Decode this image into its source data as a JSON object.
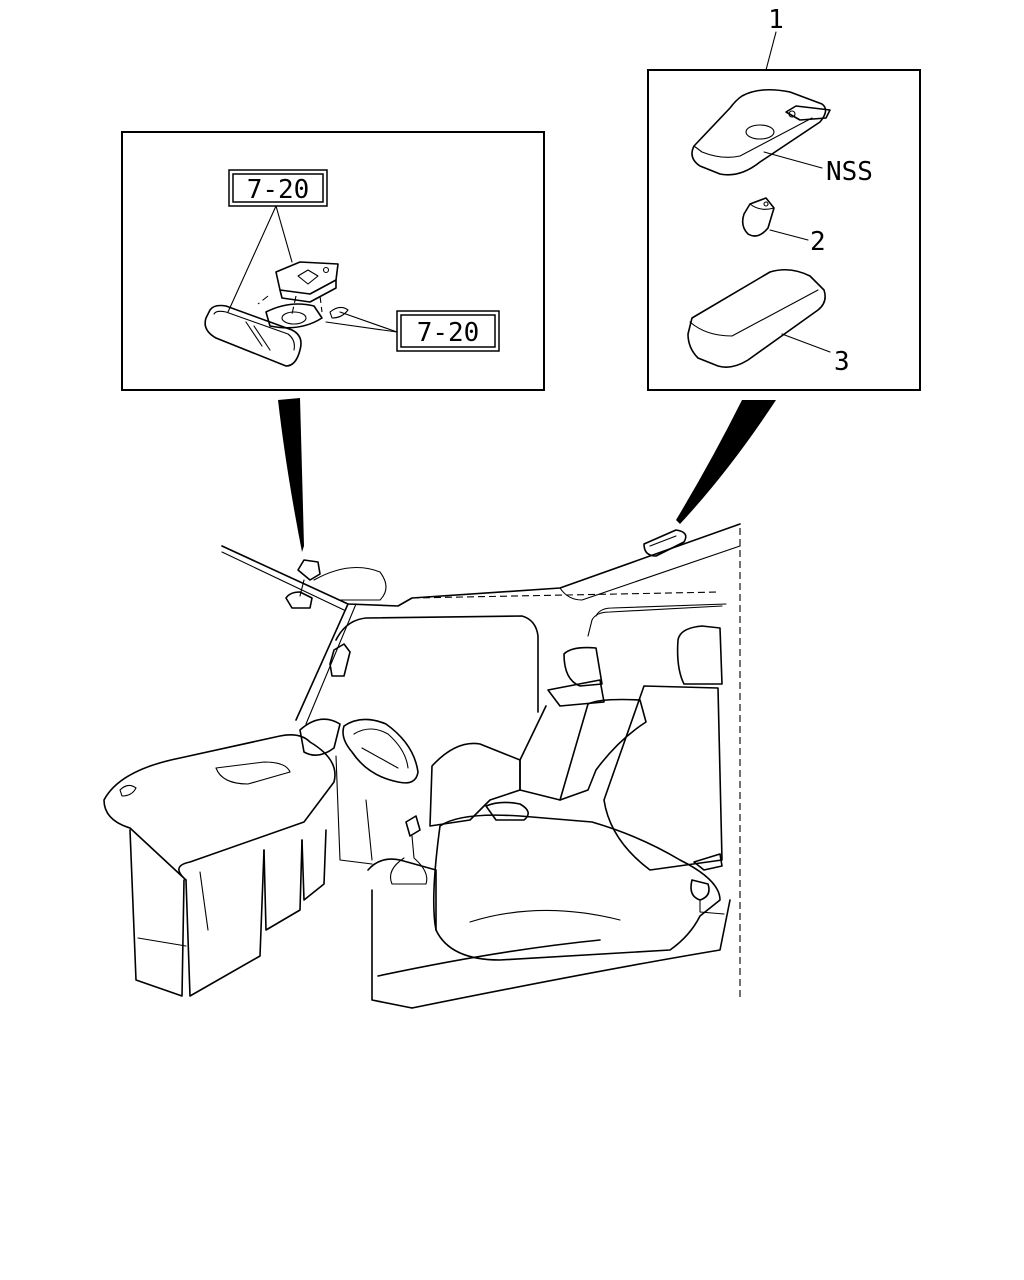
{
  "callouts": {
    "item_1": "1",
    "item_2": "2",
    "item_3": "3",
    "nss": "NSS",
    "ref_top": "7-20",
    "ref_right": "7-20"
  }
}
